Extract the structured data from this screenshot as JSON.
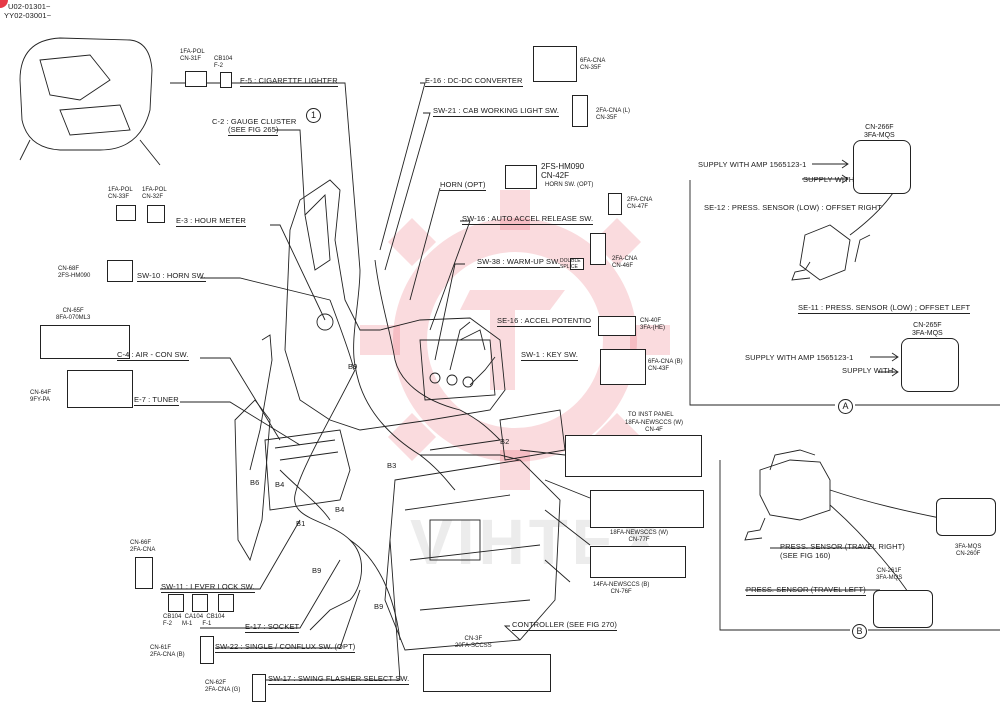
{
  "header": {
    "line1": "U02-01301~",
    "line2": "YY02-03001~"
  },
  "watermark": {
    "text": "VIHTEX",
    "color": "#e63946"
  },
  "labels": {
    "cigarette": "E-5 : CIGARETTE LIGHTER",
    "dcdc": "E-16 : DC-DC CONVERTER",
    "cab_light": "SW-21 : CAB WORKING LIGHT SW.",
    "gauge": "C-2 : GAUGE CLUSTER",
    "gauge_fig": "(SEE FIG 265)",
    "horn_opt": "HORN (OPT)",
    "auto_accel": "SW-16 : AUTO ACCEL RELEASE SW.",
    "hour_meter": "E-3 : HOUR METER",
    "horn_sw": "SW-10 : HORN SW.",
    "warm_up": "SW-38 : WARM-UP SW.",
    "accel_pot": "SE-16 : ACCEL POTENTIO",
    "key_sw": "SW-1 : KEY SW.",
    "aircon": "C-4 : AIR - CON SW.",
    "tuner": "E-7 : TUNER",
    "lever_lock": "SW-11 : LEVER LOCK SW.",
    "socket": "E-17 : SOCKET",
    "single_conflux": "SW-22 : SINGLE / CONFLUX SW. (OPT)",
    "swing_flasher": "SW-17 : SWING FLASHER SELECT SW.",
    "controller": "CONTROLLER (SEE FIG 270)",
    "supply_amp1": "SUPPLY WITH AMP 1565123-1",
    "supply_with1": "SUPPLY WITH",
    "se12": "SE-12 : PRESS. SENSOR (LOW) : OFFSET RIGHT",
    "se11": "SE-11 : PRESS. SENSOR (LOW) ; OFFSET LEFT",
    "supply_amp2": "SUPPLY WITH AMP 1565123-1",
    "supply_with2": "SUPPLY WITH",
    "travel_right": "PRESS. SENSOR (TRAVEL RIGHT)",
    "travel_right_fig": "(SEE FIG 160)",
    "travel_left": "PRESS. SENSOR (TRAVEL LEFT)",
    "to_inst_panel": "TO INST PANEL"
  },
  "connectors": {
    "cn31f": "1FA-POL\nCN-31F",
    "cb104_top": "CB104\nF-2",
    "cn35f_top": "6FA-CNA\nCN-35F",
    "cn35f_mid": "2FA-CNA (L)\nCN-35F",
    "cn42f": "2FS-HM090\nCN-42F",
    "horn_sw_opt": "HORN SW. (OPT)",
    "cn33f": "1FA-POL\nCN-33F",
    "cn32f": "1FA-POL\nCN-32F",
    "cn47f": "2FA-CNA\nCN-47F",
    "cn46f": "2FA-CNA\nCN-46F",
    "cn68f": "CN-68F\n2FS-HM090",
    "cn65f": "CN-65F\n8FA-070ML3",
    "cn40f": "CN-40F\n3FA-(HE)",
    "cn43f": "6FA-CNA (B)\nCN-43F",
    "cn64f": "CN-64F\n9FY-PA",
    "cn4f": "18FA-NEWSCCS (W)\nCN-4F",
    "cn77f": "18FA-NEWSCCS (W)\nCN-77F",
    "cn76f": "14FA-NEWSCCS (B)\nCN-76F",
    "cn66f": "CN-66F\n2FA-CNA",
    "cb_bottom": "CB104  CA104  CB104\nF-2      M-1      F-1",
    "cn61f": "CN-61F\n2FA-CNA (B)",
    "cn3f": "CN-3F\n20FA-SCCSS",
    "cn62f": "CN-62F\n2FA-CNA (G)",
    "cn266f": "CN-266F\n3FA-MQS",
    "cn265f": "CN-265F\n3FA-MQS",
    "cn260f": "3FA-MQS\nCN-260F",
    "cn261f": "CN-261F\n3FA-MQS",
    "double_splice": "DOUBLE\nSPLICE"
  },
  "callouts": {
    "one": "1",
    "a": "A",
    "b": "B"
  },
  "bus_tags": [
    "B9",
    "B6",
    "B4",
    "B1",
    "B4",
    "B9",
    "B9",
    "B3",
    "B2"
  ]
}
